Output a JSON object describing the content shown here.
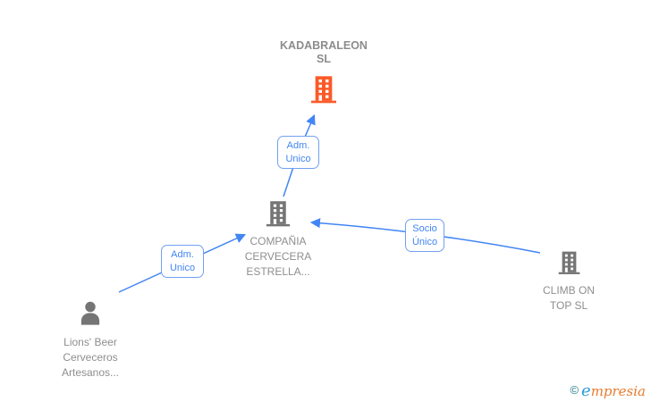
{
  "diagram": {
    "type": "corporate-relationship-graph",
    "background": "#ffffff"
  },
  "nodes": {
    "kadabraleon": {
      "line1": "KADABRALEON",
      "line2": "SL",
      "icon": "building-icon",
      "icon_color": "#fb5a28"
    },
    "compania": {
      "line1": "COMPAÑIA",
      "line2": "CERVECERA",
      "line3": "ESTRELLA...",
      "icon": "building-icon",
      "icon_color": "#757575"
    },
    "lions": {
      "line1": "Lions' Beer",
      "line2": "Cerveceros",
      "line3": "Artesanos...",
      "icon": "person-icon",
      "icon_color": "#757575"
    },
    "climb": {
      "line1": "CLIMB ON",
      "line2": "TOP SL",
      "icon": "building-icon",
      "icon_color": "#757575"
    }
  },
  "edges": {
    "adm_unico_top": {
      "line1": "Adm.",
      "line2": "Unico"
    },
    "adm_unico_left": {
      "line1": "Adm.",
      "line2": "Unico"
    },
    "socio_unico": {
      "line1": "Socio",
      "line2": "Único"
    }
  },
  "watermark": {
    "copyright": "©",
    "brand_e": "e",
    "brand_rest": "mpresia"
  },
  "colors": {
    "arrow_blue": "#4285f4",
    "chip_border_blue": "#71a1f0",
    "chip_text_blue": "#4285f4",
    "icon_gray": "#757575",
    "label_gray": "#8e8e8e",
    "title_gray": "#8c8c8c",
    "building_orange": "#fb5a28",
    "logo_teal": "#20798c",
    "logo_blue": "#2e9bd6",
    "logo_orange": "#e87b2e"
  }
}
